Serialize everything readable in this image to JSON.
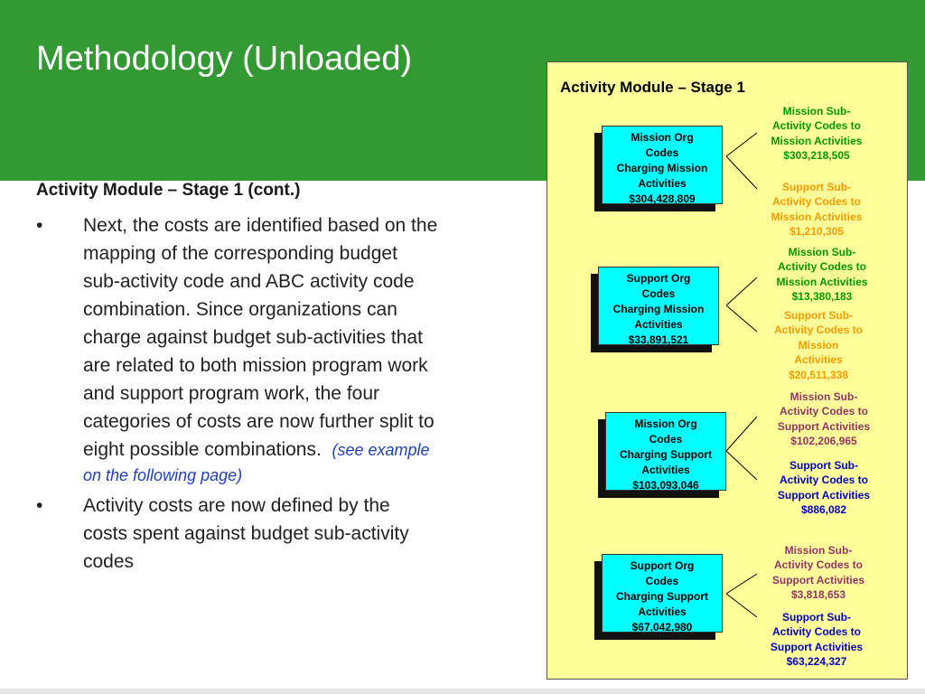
{
  "slide": {
    "title": "Methodology (Unloaded)"
  },
  "body": {
    "heading": "Activity Module – Stage 1 (cont.)",
    "bullet_symbol": "•",
    "bullets": [
      {
        "lines": [
          "Next, the costs are identified based on the",
          "mapping of the corresponding budget",
          "sub-activity code and ABC activity code",
          "combination.  Since organizations can",
          "charge against budget sub-activities that",
          "are related to both mission program work",
          "and support program work, the four",
          "categories of costs are now further split to",
          "eight possible combinations."
        ],
        "note_lines": [
          "(see example",
          "on the following page)"
        ]
      },
      {
        "lines": [
          "Activity costs are now defined by the",
          "costs spent against budget sub-activity",
          "codes"
        ]
      }
    ]
  },
  "diagram": {
    "title": "Activity Module – Stage 1",
    "colors": {
      "box_fill": "#00ffff",
      "panel_fill": "#ffff99",
      "mission_to_mission": "#009900",
      "support_to_mission": "#ff9900",
      "mission_to_support": "#993366",
      "support_to_support": "#0000cc"
    },
    "groups": [
      {
        "org_lines": [
          "Mission Org",
          "Codes",
          "Charging Mission",
          "Activities",
          "$304,428,809"
        ],
        "top_lines": [
          "Mission Sub-",
          "Activity Codes  to",
          "Mission Activities",
          "$303,218,505"
        ],
        "bottom_lines": [
          "Support Sub-",
          "Activity Codes to",
          "Mission Activities",
          "$1,210,305"
        ]
      },
      {
        "org_lines": [
          "Support Org",
          "Codes",
          "Charging Mission",
          "Activities",
          "$33,891,521"
        ],
        "top_lines": [
          "Mission Sub-",
          "Activity Codes  to",
          "Mission Activities",
          "$13,380,183"
        ],
        "bottom_lines": [
          "Support Sub-",
          "Activity Codes to",
          "Mission",
          "Activities",
          "$20,511,338"
        ]
      },
      {
        "org_lines": [
          "Mission Org",
          "Codes",
          "Charging Support",
          "Activities",
          "$103,093,046"
        ],
        "top_lines": [
          "Mission Sub-",
          "Activity Codes to",
          "Support Activities",
          "$102,206,965"
        ],
        "bottom_lines": [
          "Support Sub-",
          "Activity Codes to",
          "Support Activities",
          "$886,082"
        ]
      },
      {
        "org_lines": [
          "Support Org",
          "Codes",
          "Charging Support",
          "Activities",
          "$67,042,980"
        ],
        "top_lines": [
          "Mission Sub-",
          "Activity Codes to",
          "Support Activities",
          "$3,818,653"
        ],
        "bottom_lines": [
          "Support Sub-",
          "Activity Codes to",
          "Support Activities",
          "$63,224,327"
        ]
      }
    ]
  }
}
